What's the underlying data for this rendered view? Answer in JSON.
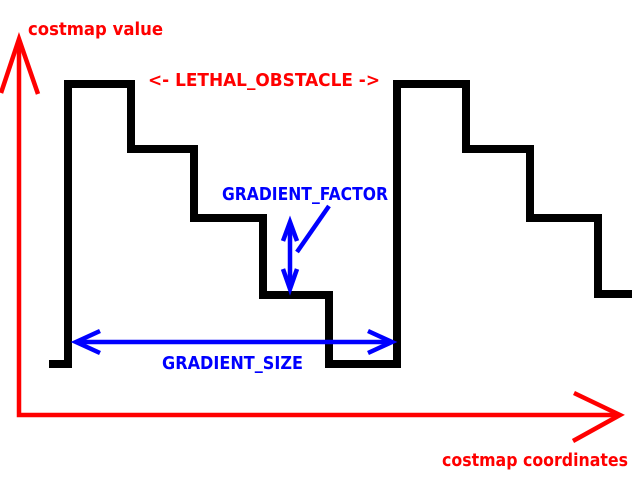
{
  "colors": {
    "axis_red": "#ff0000",
    "annotation_blue": "#0000ff",
    "profile_black": "#000000"
  },
  "axes": {
    "y_label": "costmap value",
    "x_label": "costmap coordinates"
  },
  "annotations": {
    "lethal_obstacle": "<-  LETHAL_OBSTACLE  ->",
    "gradient_factor": "GRADIENT_FACTOR",
    "gradient_size": "GRADIENT_SIZE"
  }
}
